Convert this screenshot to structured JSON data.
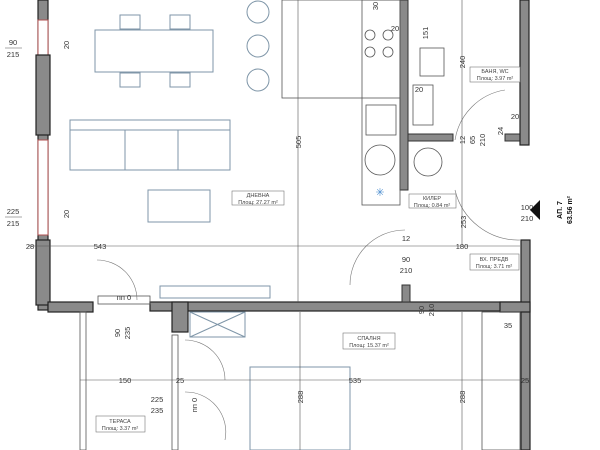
{
  "apartment": {
    "name": "АП. 7",
    "area": "63.56 m²"
  },
  "rooms": [
    {
      "name": "ДНЕВНА",
      "area": "Площ: 27.27 m²"
    },
    {
      "name": "КИЛЕР",
      "area": "Площ: 0.84 m²"
    },
    {
      "name": "ВХ. ПРЕДВ",
      "area": "Площ: 3.71 m²"
    },
    {
      "name": "БАНЯ, WC",
      "area": "Площ: 3.97 m²"
    },
    {
      "name": "СПАЛНЯ",
      "area": "Площ: 15.37 m²"
    },
    {
      "name": "ТЕРАСА",
      "area": "Площ: 3.37 m²"
    }
  ],
  "dimensions": [
    "90",
    "215",
    "225",
    "215",
    "20",
    "20",
    "28",
    "543",
    "12",
    "180",
    "90",
    "210",
    "100",
    "210",
    "253",
    "505",
    "240",
    "151",
    "12",
    "65",
    "210",
    "20",
    "20",
    "20",
    "24",
    "пп 0",
    "90",
    "235",
    "150",
    "25",
    "225",
    "235",
    "пп 0",
    "535",
    "288",
    "288",
    "25",
    "35",
    "90",
    "210",
    "30"
  ]
}
